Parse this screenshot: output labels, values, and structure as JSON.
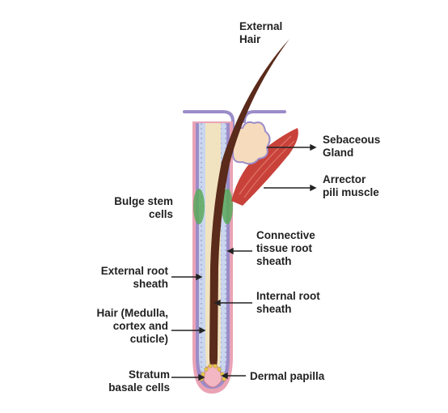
{
  "labels": {
    "external_hair": [
      "External",
      "Hair"
    ],
    "sebaceous_gland": [
      "Sebaceous",
      "Gland"
    ],
    "arrector_pili": [
      "Arrector",
      "pili muscle"
    ],
    "bulge_stem_cells": [
      "Bulge stem",
      "cells"
    ],
    "connective_sheath": [
      "Connective",
      "tissue root",
      "sheath"
    ],
    "external_root_sheath": [
      "External root",
      "sheath"
    ],
    "internal_root_sheath": [
      "Internal root",
      "sheath"
    ],
    "hair_medulla": [
      "Hair (Medulla,",
      "cortex and",
      "cuticle)"
    ],
    "stratum_basale": [
      "Stratum",
      "basale cells"
    ],
    "dermal_papilla": [
      "Dermal papilla"
    ]
  },
  "colors": {
    "hair_shaft": "#5a2a1a",
    "outer_layer": "#e9a3b5",
    "membrane": "#9b8cc9",
    "root_sheath": "#c9d6ee",
    "inner_sheath": "#f1e3c0",
    "bulge": "#5aa95a",
    "muscle": "#c8423a",
    "gland": "#f6dcbc",
    "papilla": "#f3b7c4",
    "text": "#222222"
  }
}
